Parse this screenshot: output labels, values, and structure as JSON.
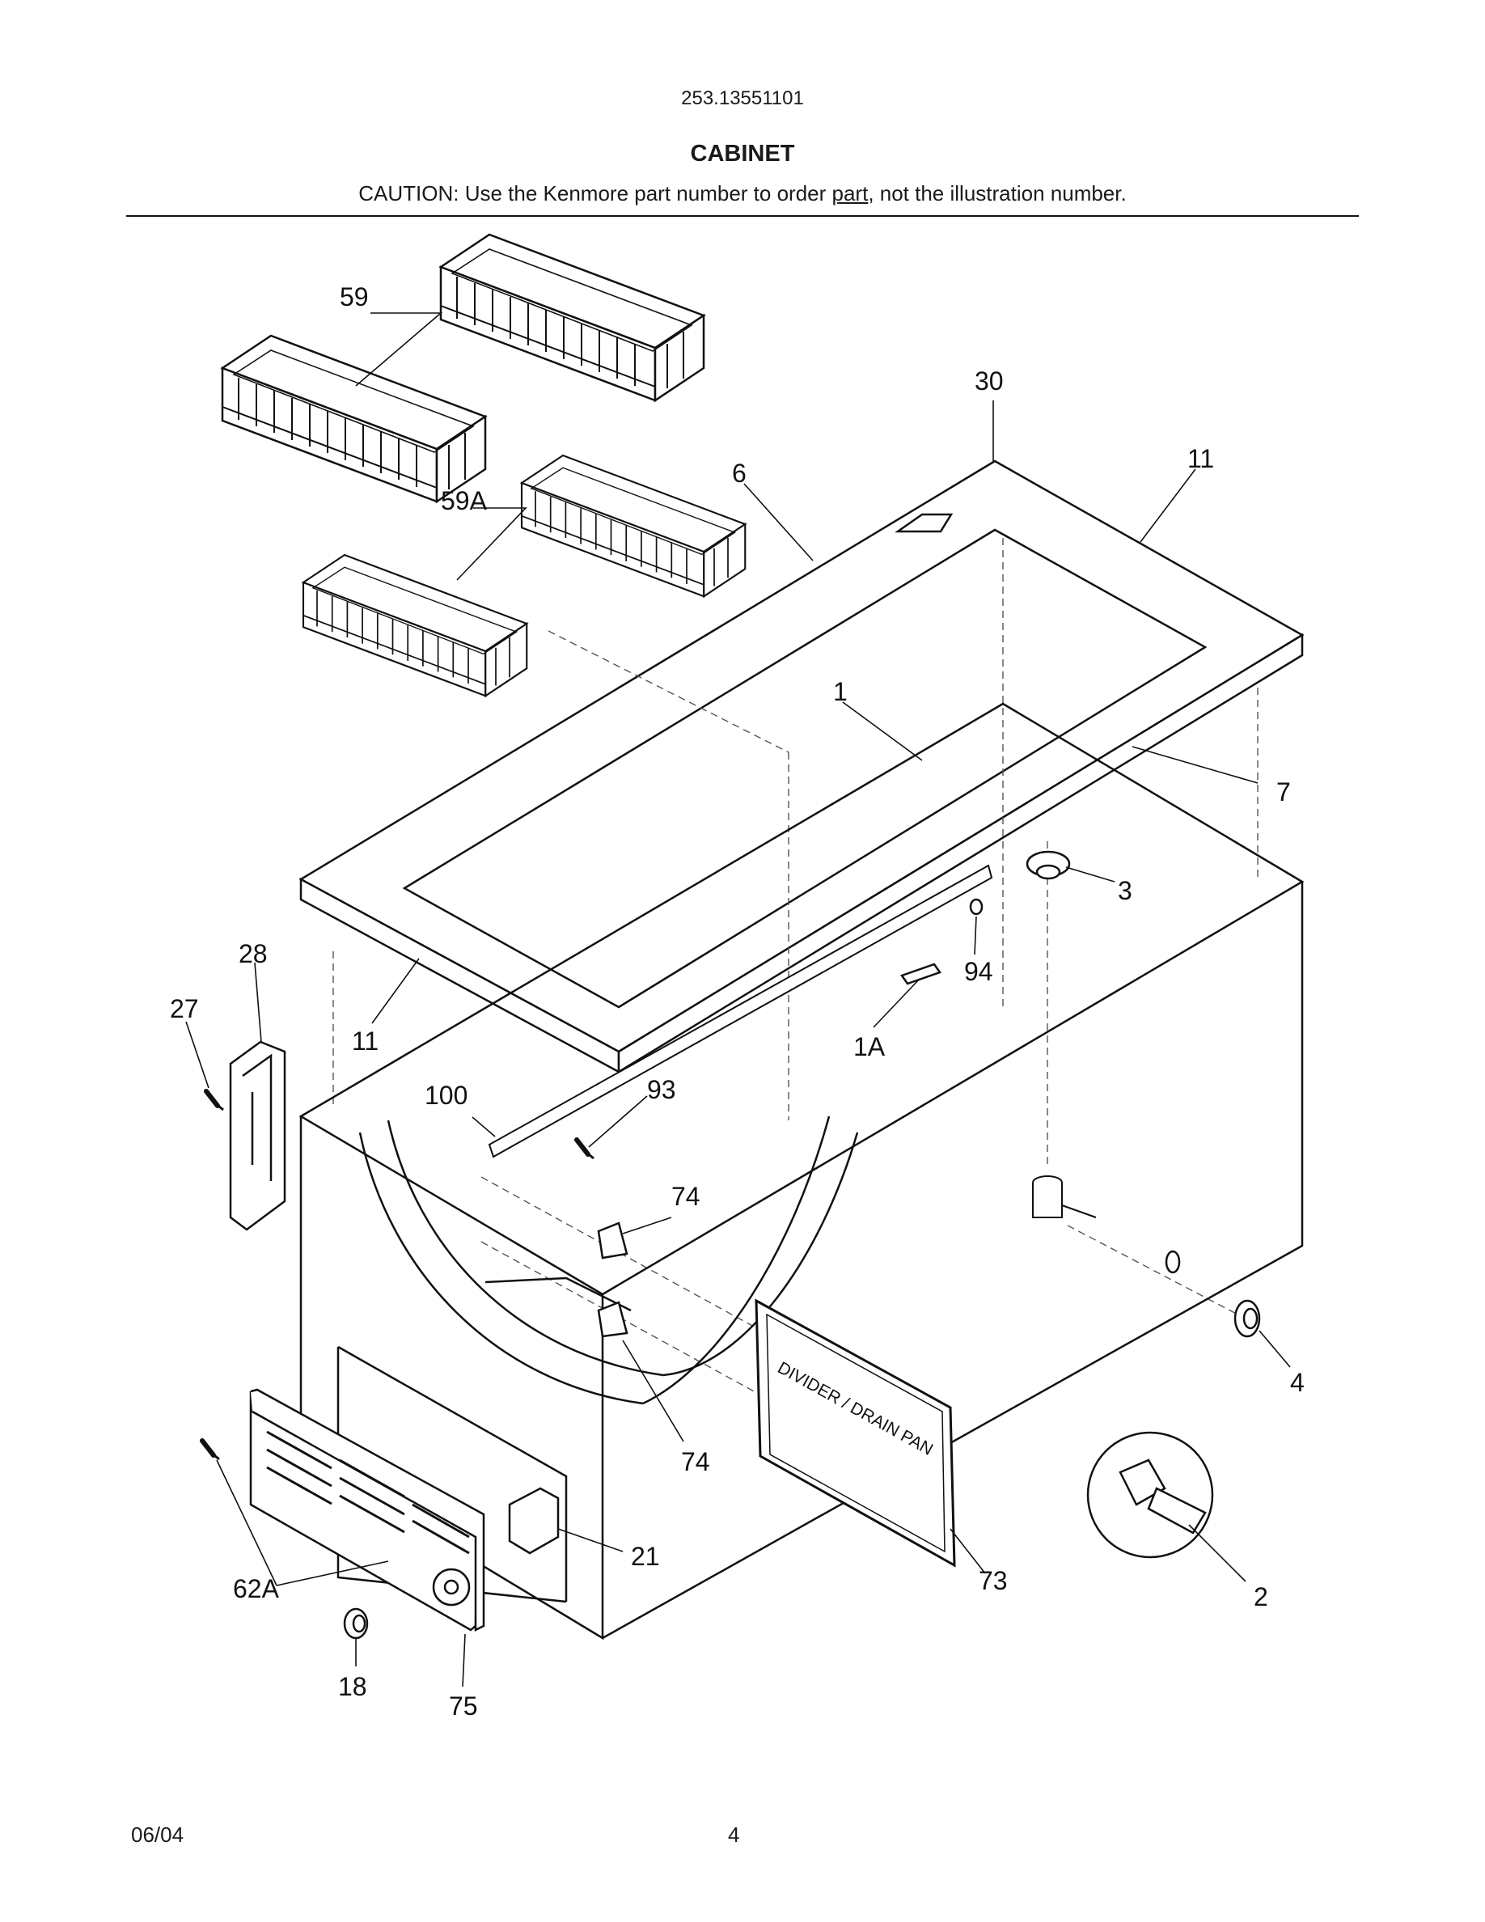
{
  "header": {
    "model_number": "253.13551101",
    "section_title": "CABINET",
    "caution_prefix": "CAUTION: Use the Kenmore part number to order ",
    "caution_underlined": "part",
    "caution_suffix": ", not the illustration number."
  },
  "callouts": [
    "59",
    "30",
    "11",
    "6",
    "59A",
    "1",
    "7",
    "3",
    "28",
    "94",
    "27",
    "11",
    "1A",
    "100",
    "93",
    "74",
    "4",
    "74",
    "21",
    "73",
    "2",
    "62A",
    "18",
    "75"
  ],
  "panel_label": "DIVIDER / DRAIN PAN",
  "footer": {
    "date": "06/04",
    "page": "4"
  }
}
